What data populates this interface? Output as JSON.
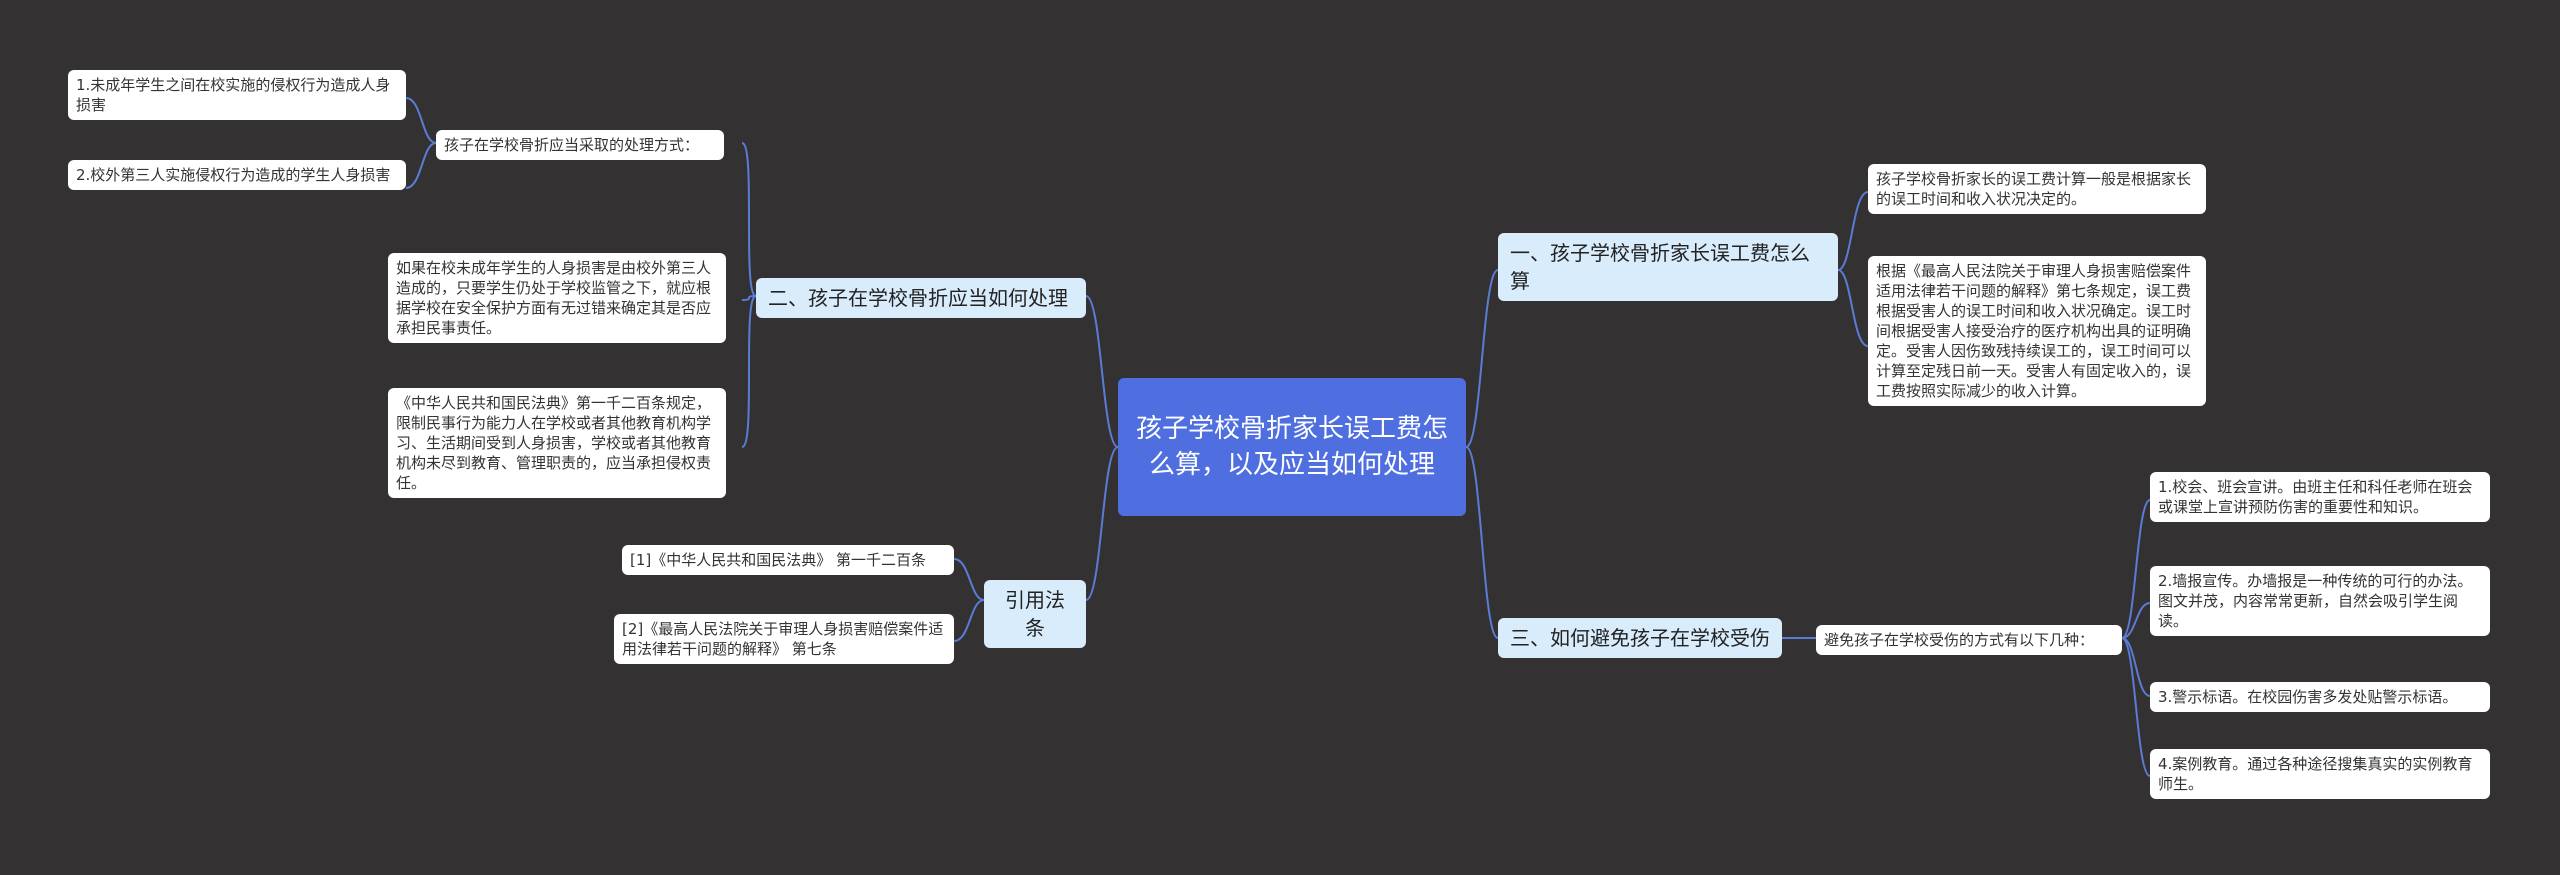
{
  "root": {
    "text": "孩子学校骨折家长误工费怎么算，以及应当如何处理"
  },
  "left": {
    "b2": {
      "title": "二、孩子在学校骨折应当如何处理",
      "sub_heading": "孩子在学校骨折应当采取的处理方式：",
      "sub_items": [
        "1.未成年学生之间在校实施的侵权行为造成人身损害",
        "2.校外第三人实施侵权行为造成的学生人身损害"
      ],
      "para1": "如果在校未成年学生的人身损害是由校外第三人造成的，只要学生仍处于学校监管之下，就应根据学校在安全保护方面有无过错来确定其是否应承担民事责任。",
      "para2": "《中华人民共和国民法典》第一千二百条规定，限制民事行为能力人在学校或者其他教育机构学习、生活期间受到人身损害，学校或者其他教育机构未尽到教育、管理职责的，应当承担侵权责任。"
    },
    "refs": {
      "title": "引用法条",
      "items": [
        "[1]《中华人民共和国民法典》 第一千二百条",
        "[2]《最高人民法院关于审理人身损害赔偿案件适用法律若干问题的解释》 第七条"
      ]
    }
  },
  "right": {
    "b1": {
      "title": "一、孩子学校骨折家长误工费怎么算",
      "items": [
        "孩子学校骨折家长的误工费计算一般是根据家长的误工时间和收入状况决定的。",
        "根据《最高人民法院关于审理人身损害赔偿案件适用法律若干问题的解释》第七条规定，误工费根据受害人的误工时间和收入状况确定。误工时间根据受害人接受治疗的医疗机构出具的证明确定。受害人因伤致残持续误工的，误工时间可以计算至定残日前一天。受害人有固定收入的，误工费按照实际减少的收入计算。"
      ]
    },
    "b3": {
      "title": "三、如何避免孩子在学校受伤",
      "sub_heading": "避免孩子在学校受伤的方式有以下几种：",
      "items": [
        "1.校会、班会宣讲。由班主任和科任老师在班会或课堂上宣讲预防伤害的重要性和知识。",
        "2.墙报宣传。办墙报是一种传统的可行的办法。图文并茂，内容常常更新，自然会吸引学生阅读。",
        "3.警示标语。在校园伤害多发处贴警示标语。",
        "4.案例教育。通过各种途径搜集真实的实例教育师生。"
      ]
    }
  },
  "colors": {
    "background": "#333132",
    "root": "#4f6fe0",
    "branch": "#d9ecfb",
    "leaf": "#ffffff",
    "line": "#5b7bd5"
  }
}
